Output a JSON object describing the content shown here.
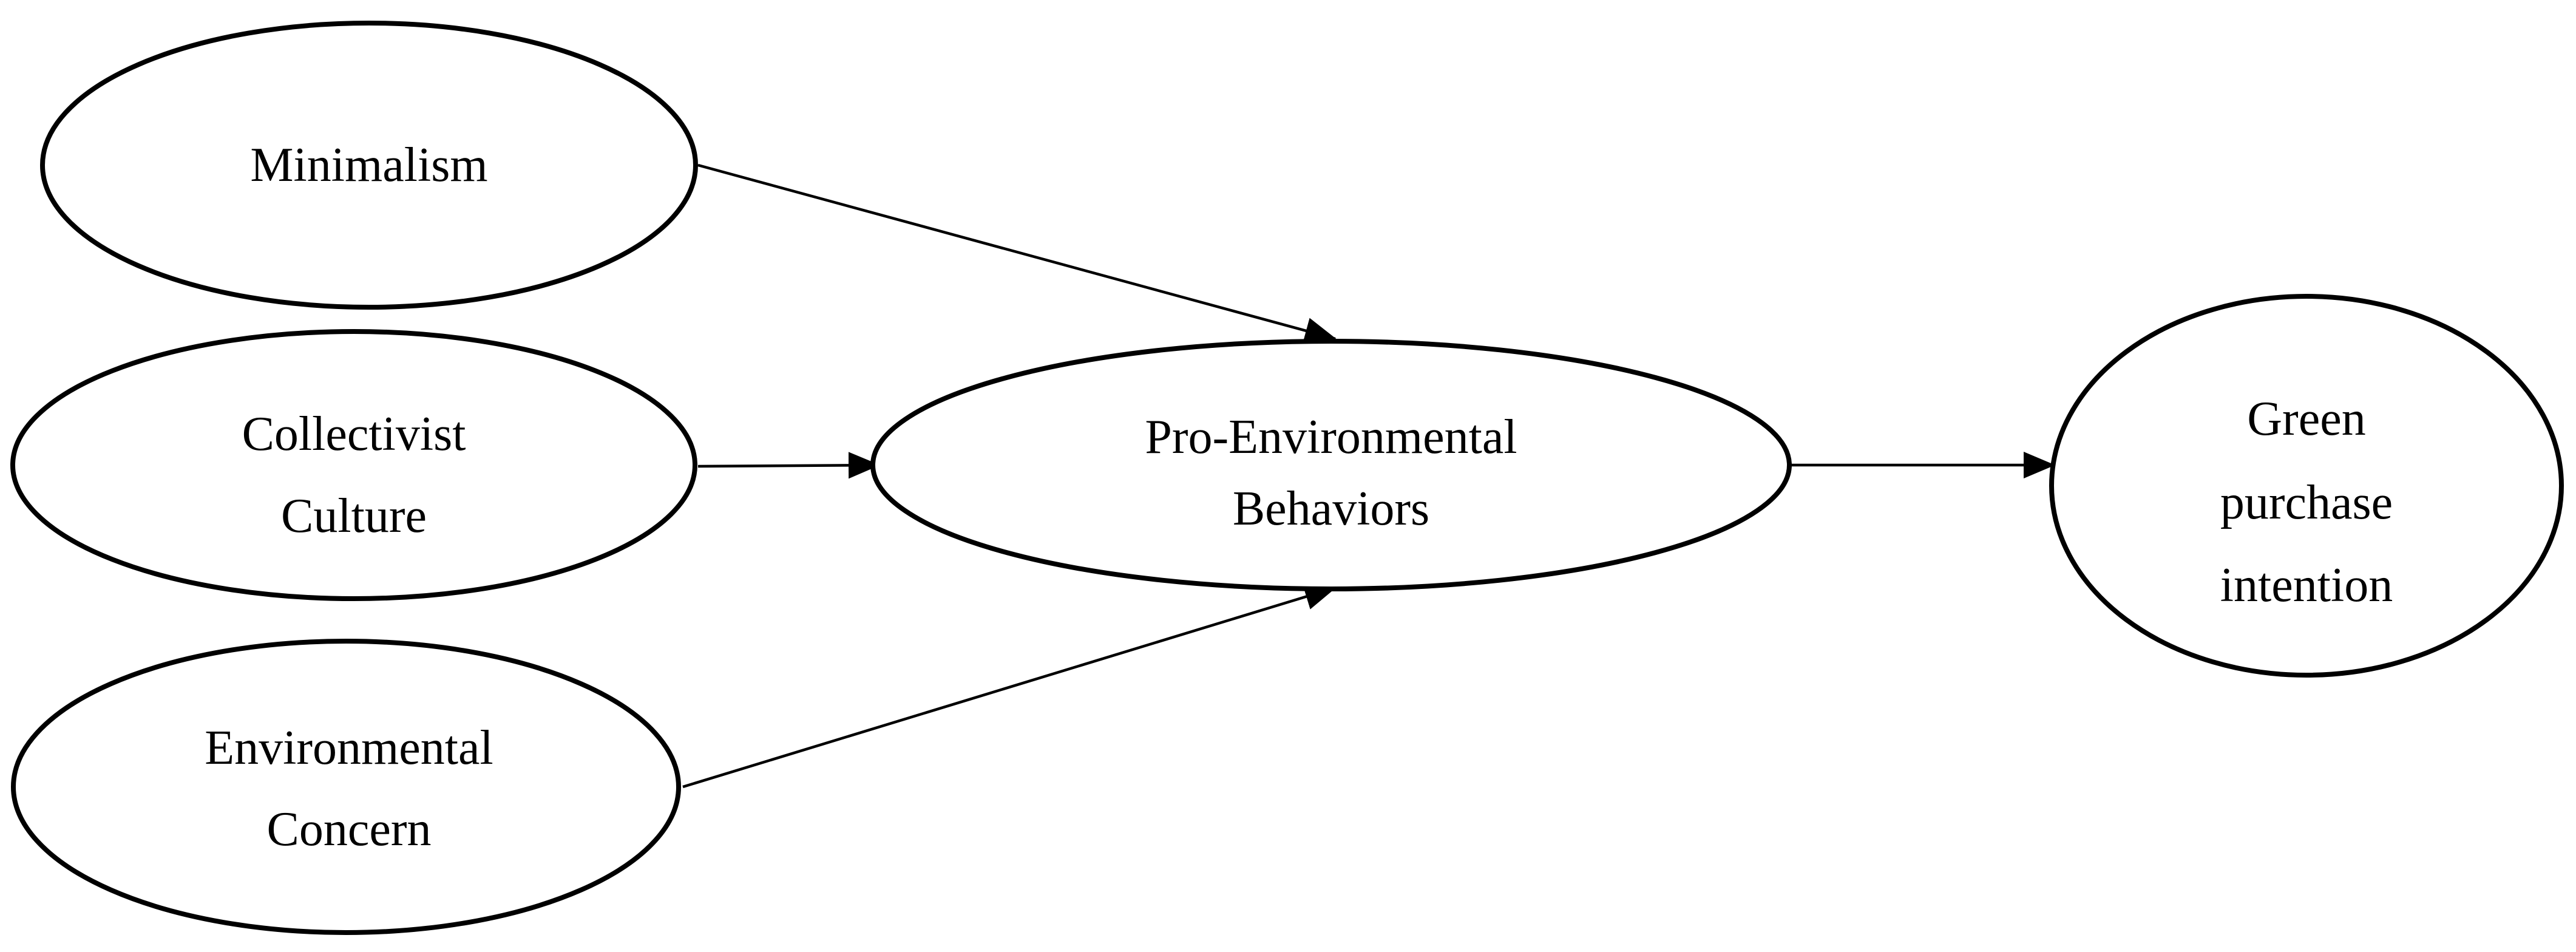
{
  "nodes": {
    "minimalism": {
      "lines": [
        "Minimalism"
      ]
    },
    "collectivist": {
      "lines": [
        "Collectivist",
        "Culture"
      ]
    },
    "environmental": {
      "lines": [
        "Environmental",
        "Concern"
      ]
    },
    "pro_env": {
      "lines": [
        "Pro-Environmental",
        "Behaviors"
      ]
    },
    "green": {
      "lines": [
        "Green",
        "purchase",
        "intention"
      ]
    }
  },
  "edges": [
    {
      "from": "Minimalism",
      "to": "Pro-Environmental Behaviors"
    },
    {
      "from": "Collectivist Culture",
      "to": "Pro-Environmental Behaviors"
    },
    {
      "from": "Environmental Concern",
      "to": "Pro-Environmental Behaviors"
    },
    {
      "from": "Pro-Environmental Behaviors",
      "to": "Green purchase intention"
    }
  ]
}
